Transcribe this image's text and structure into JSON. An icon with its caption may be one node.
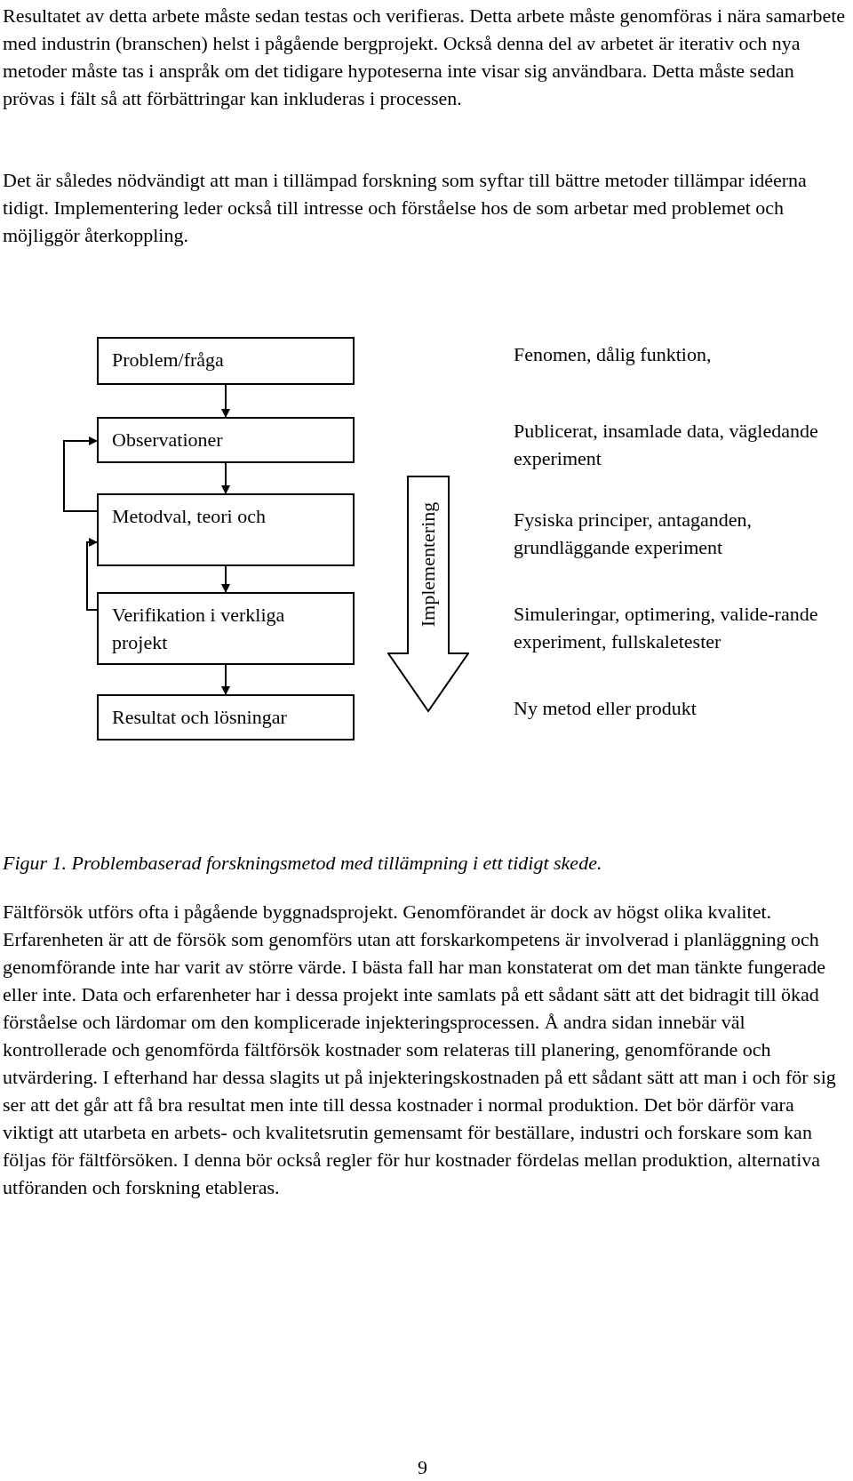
{
  "diagram": {
    "caption": "Figur 1. Problembaserad forskningsmetod med tillämpning i ett tidigt skede.",
    "nodes": [
      {
        "text": [
          "Problem/fråga"
        ]
      },
      {
        "text": [
          "Observationer"
        ]
      },
      {
        "text": [
          "Metodval, teori  och"
        ]
      },
      {
        "text": [
          "Verifikation i verkliga projekt"
        ]
      },
      {
        "text": [
          "Resultat och lösningar"
        ]
      },
      {
        "text": [
          "Implementering"
        ]
      }
    ],
    "edges": [
      {
        "from": 0,
        "to": 1,
        "arrow": "to"
      },
      {
        "from": 1,
        "to": 2,
        "arrow": "to"
      },
      {
        "from": 2,
        "to": 3,
        "arrow": "to"
      },
      {
        "from": 3,
        "to": 4,
        "arrow": "to"
      },
      {
        "from": 2,
        "to": 1,
        "arrow": "to"
      },
      {
        "from": 3,
        "to": 2,
        "arrow": "to"
      }
    ],
    "labels": [
      "Resultatet av detta arbete måste sedan testas och verifieras. Detta arbete måste genomföras i nära samarbete med industrin (branschen) helst i pågående bergprojekt. Också denna del av arbetet är iterativ och nya metoder måste tas i anspråk om det tidigare hypoteserna inte visar sig användbara. Detta måste sedan prövas i fält så att förbättringar kan inkluderas i processen.",
      "Det är således nödvändigt att man i tillämpad forskning som syftar till bättre metoder tillämpar idéerna tidigt. Implementering leder också till intresse och förståelse hos de som arbetar med problemet och möjliggör återkoppling.",
      "Fenomen, dålig funktion,",
      "Publicerat, insamlade data, vägledande experiment",
      "Fysiska principer, antaganden, grundläggande experiment",
      "Simuleringar, optimering, valide-rande experiment, fullskaletester",
      "Ny metod eller produkt",
      "Fältförsök utförs ofta i pågående byggnadsprojekt. Genomförandet är dock av högst olika kvalitet. Erfarenheten är att de försök som genomförs utan att forskarkompetens är involverad i planläggning och genomförande inte har varit av större värde. I bästa fall har man konstaterat om det man tänkte fungerade eller inte. Data och erfarenheter har i dessa projekt inte samlats på ett sådant sätt att det bidragit till ökad förståelse och lärdomar om den komplicerade injekteringsprocessen. Å andra sidan innebär väl kontrollerade och genomförda fältförsök kostnader som relateras till planering, genomförande och utvärdering. I efterhand har dessa slagits ut på injekteringskostnaden på ett sådant sätt att man i och för sig ser att det går att få bra resultat men inte till dessa kostnader i normal produktion. Det bör därför vara viktigt att utarbeta en arbets- och kvalitetsrutin gemensamt för beställare, industri och forskare som kan följas för fältförsöken. I denna bör också regler för hur kostnader fördelas mellan produktion, alternativa utföranden och forskning etableras.",
      "9"
    ]
  }
}
